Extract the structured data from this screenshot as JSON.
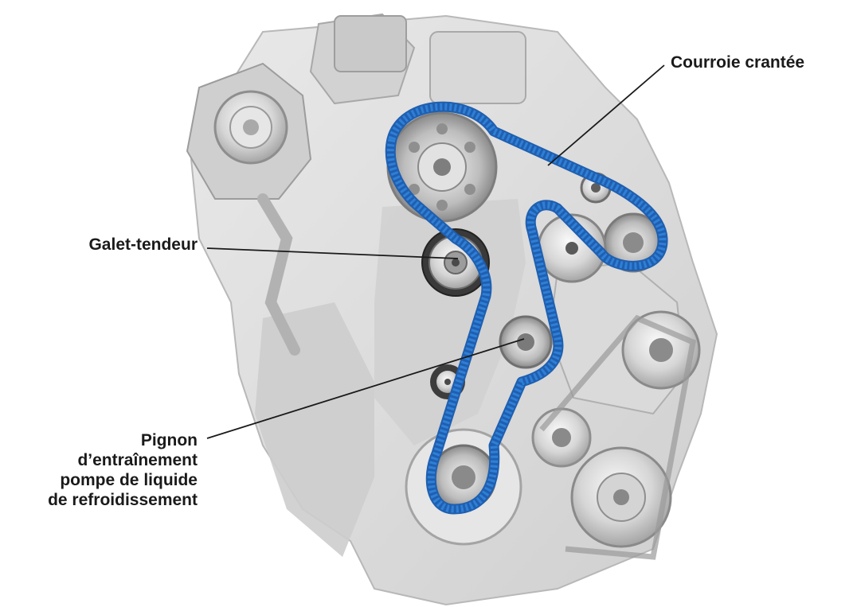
{
  "labels": {
    "courroie": "Courroie crantée",
    "galet": "Galet-tendeur",
    "pignon": [
      "Pignon",
      "d’entraînement",
      "pompe de liquide",
      "de refroidissement"
    ]
  },
  "colors": {
    "belt": "#2f7fd6",
    "belt_dark": "#1f5fb0",
    "engine_light": "#dcdcdc",
    "engine_mid": "#c4c4c4",
    "engine_dark": "#8e8e8e",
    "leader": "#1a1a1a",
    "text": "#1a1a1a"
  }
}
